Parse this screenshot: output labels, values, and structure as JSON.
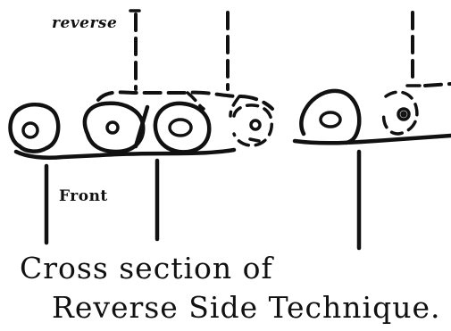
{
  "labels": {
    "reverse": "reverse",
    "front": "Front"
  },
  "caption": {
    "line1": "Cross section of",
    "line2": "Reverse Side Technique."
  },
  "colors": {
    "ink": "#111111",
    "paper": "#ffffff"
  }
}
